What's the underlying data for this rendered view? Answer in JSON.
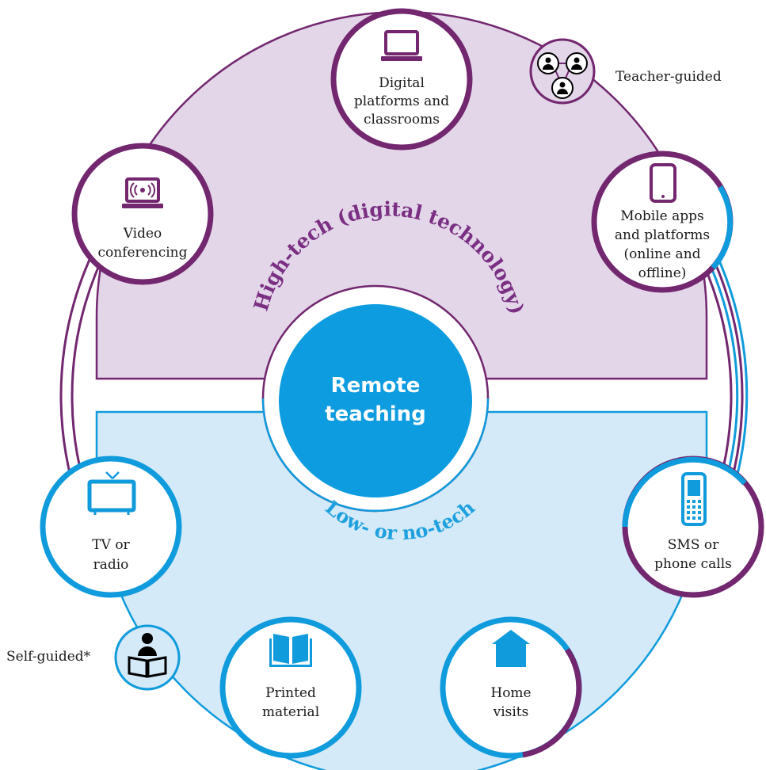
{
  "colors": {
    "purple": "#72276f",
    "blue": "#109bdc",
    "purple_fill": "#e3d6e9",
    "blue_fill": "#d4eaf8",
    "center_fill": "#0e9ce0"
  },
  "center": {
    "line1": "Remote",
    "line2": "teaching"
  },
  "zones": {
    "high": "High-tech (digital technology)",
    "low": "Low- or no-tech"
  },
  "nodes": {
    "digital": {
      "lines": [
        "Digital",
        "platforms and",
        "classrooms"
      ],
      "icon": "laptop-icon"
    },
    "video": {
      "lines": [
        "Video",
        "conferencing"
      ],
      "icon": "video-conference-icon"
    },
    "mobile": {
      "lines": [
        "Mobile apps",
        "and platforms",
        "(online and",
        "offline)"
      ],
      "icon": "tablet-icon"
    },
    "tv": {
      "lines": [
        "TV or",
        "radio"
      ],
      "icon": "tv-icon"
    },
    "sms": {
      "lines": [
        "SMS or",
        "phone calls"
      ],
      "icon": "phone-icon"
    },
    "printed": {
      "lines": [
        "Printed",
        "material"
      ],
      "icon": "book-icon"
    },
    "home": {
      "lines": [
        "Home",
        "visits"
      ],
      "icon": "house-icon"
    }
  },
  "legend": {
    "teacher": "Teacher-guided",
    "self": "Self-guided*"
  }
}
